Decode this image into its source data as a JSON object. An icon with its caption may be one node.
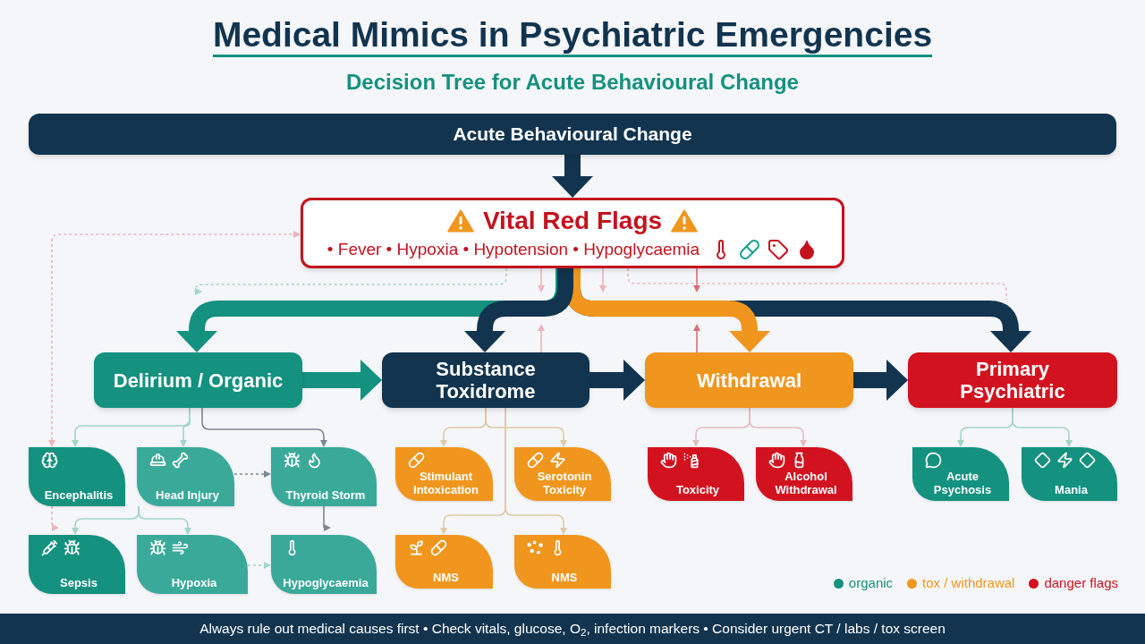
{
  "diagram": {
    "title": "Medical Mimics in Psychiatric Emergencies",
    "nodes": [
      {
        "text": [
          "Acute Behavioural Change"
        ]
      },
      {
        "text": [
          "Vital Red Flags",
          "• Fever • Hypoxia • Hypotension • Hypoglycaemia"
        ]
      },
      {
        "text": [
          "Delirium / Organic"
        ]
      },
      {
        "text": [
          "Substance Toxidrome"
        ]
      },
      {
        "text": [
          "Withdrawal"
        ]
      },
      {
        "text": [
          "Primary Psychiatric"
        ]
      },
      {
        "text": [
          "Encephalitis"
        ]
      },
      {
        "text": [
          "Head Injury"
        ]
      },
      {
        "text": [
          "Thyroid Storm"
        ]
      },
      {
        "text": [
          "Sepsis"
        ]
      },
      {
        "text": [
          "Hypoxia"
        ]
      },
      {
        "text": [
          "Hypoglycaemia"
        ]
      },
      {
        "text": [
          "Stimulant Intoxication"
        ]
      },
      {
        "text": [
          "Serotonin Toxicity"
        ]
      },
      {
        "text": [
          "NMS"
        ]
      },
      {
        "text": [
          "NMS"
        ]
      },
      {
        "text": [
          "Toxicity"
        ]
      },
      {
        "text": [
          "Alcohol Withdrawal"
        ]
      },
      {
        "text": [
          "Acute Psychosis"
        ]
      },
      {
        "text": [
          "Mania"
        ]
      }
    ],
    "edges": [
      {
        "from": 0,
        "to": 1,
        "arrow": "to",
        "style": "thick",
        "color": "#12344f"
      },
      {
        "from": 1,
        "to": 2,
        "arrow": "to",
        "style": "thick",
        "color": "#14917f"
      },
      {
        "from": 1,
        "to": 3,
        "arrow": "to",
        "style": "thick",
        "color": "#12344f"
      },
      {
        "from": 1,
        "to": 4,
        "arrow": "to",
        "style": "thick",
        "color": "#f0961e"
      },
      {
        "from": 1,
        "to": 5,
        "arrow": "to",
        "style": "thick",
        "color": "#12344f"
      },
      {
        "from": 2,
        "to": 3,
        "arrow": "to",
        "style": "thick",
        "color": "#14917f"
      },
      {
        "from": 3,
        "to": 4,
        "arrow": "to",
        "style": "thick",
        "color": "#12344f"
      },
      {
        "from": 4,
        "to": 5,
        "arrow": "to",
        "style": "thick",
        "color": "#12344f"
      },
      {
        "from": 2,
        "to": 6,
        "arrow": "to"
      },
      {
        "from": 2,
        "to": 7,
        "arrow": "to"
      },
      {
        "from": 2,
        "to": 8,
        "arrow": "to",
        "color": "#7d8793"
      },
      {
        "from": 7,
        "to": 9,
        "arrow": "to"
      },
      {
        "from": 7,
        "to": 10,
        "arrow": "to"
      },
      {
        "from": 7,
        "to": 8,
        "arrow": "to",
        "style": "dashed",
        "color": "#7d8793"
      },
      {
        "from": 8,
        "to": 11,
        "arrow": "to",
        "color": "#7d8793"
      },
      {
        "from": 10,
        "to": 11,
        "arrow": "to",
        "style": "dashed"
      },
      {
        "from": 3,
        "to": 12,
        "arrow": "to",
        "color": "#e0c9a6"
      },
      {
        "from": 3,
        "to": 13,
        "arrow": "to",
        "color": "#e0c9a6"
      },
      {
        "from": 3,
        "to": 14,
        "arrow": "to",
        "color": "#e0c9a6"
      },
      {
        "from": 3,
        "to": 15,
        "arrow": "to",
        "color": "#e0c9a6"
      },
      {
        "from": 4,
        "to": 16,
        "arrow": "to",
        "color": "#e6bcc4"
      },
      {
        "from": 4,
        "to": 17,
        "arrow": "to",
        "color": "#e6bcc4"
      },
      {
        "from": 5,
        "to": 18,
        "arrow": "to"
      },
      {
        "from": 5,
        "to": 19,
        "arrow": "to"
      },
      {
        "from": 6,
        "to": 1,
        "arrow": "both",
        "style": "dashed",
        "color": "#eeb4bc"
      },
      {
        "from": 6,
        "to": 9,
        "arrow": "to",
        "style": "dashed",
        "color": "#eeb4bc"
      },
      {
        "from": 1,
        "to": null,
        "arrow": "to",
        "style": "dashed"
      },
      {
        "from": 1,
        "to": null,
        "arrow": "to",
        "color": "#eeb4bc"
      },
      {
        "from": 3,
        "to": null,
        "arrow": "to",
        "color": "#eeb4bc"
      },
      {
        "from": 1,
        "to": null,
        "arrow": "to",
        "color": "#eeb4bc"
      },
      {
        "from": 1,
        "to": null,
        "arrow": "to",
        "color": "#d76f7a"
      },
      {
        "from": 4,
        "to": null,
        "arrow": "to",
        "color": "#d76f7a"
      },
      {
        "from": 1,
        "to": null,
        "arrow": "none",
        "style": "dashed",
        "color": "#eeb4bc"
      }
    ],
    "labels": [
      "Decision Tree for Acute Behavioural Change",
      "Always rule out medical causes first • Check vitals, glucose, O$_{2}$, infection markers • Consider urgent CT / labs / tox screen"
    ],
    "legend": [
      {
        "text": "organic",
        "color": "#14917f"
      },
      {
        "text": "tox / withdrawal",
        "color": "#f0961e"
      },
      {
        "text": "danger flags",
        "color": "#d0121e"
      }
    ]
  }
}
